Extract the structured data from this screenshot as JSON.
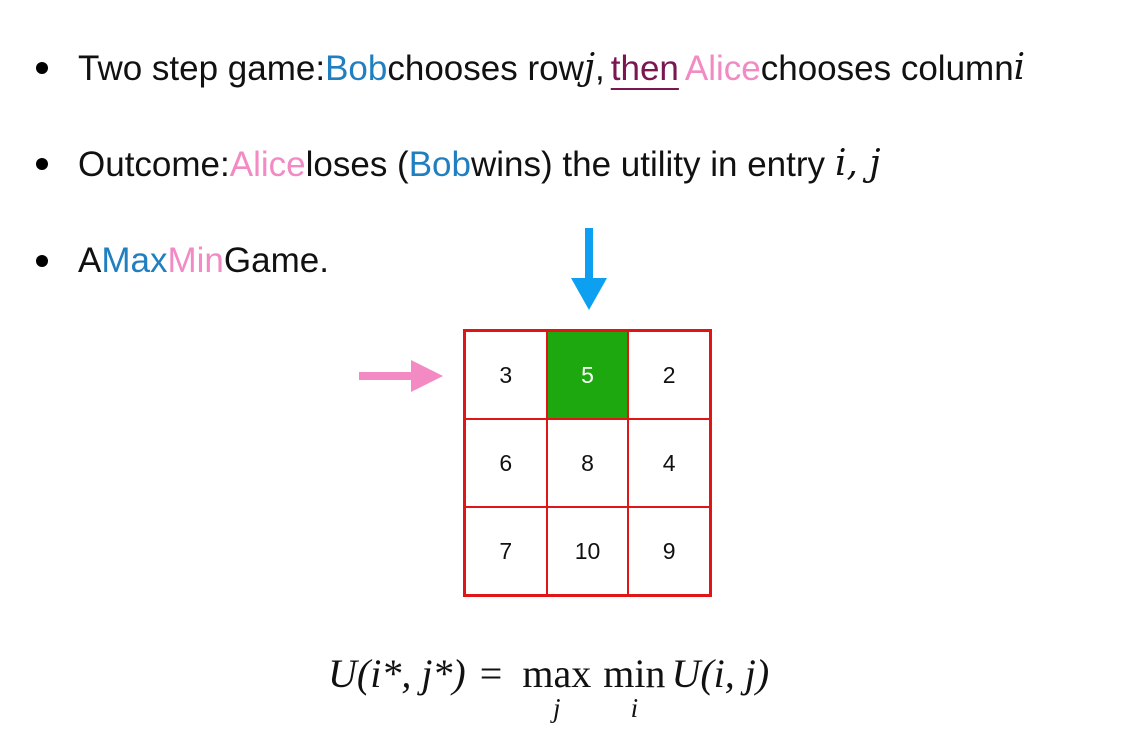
{
  "bullets": {
    "b1": {
      "prefix": "Two step game: ",
      "bob": "Bob",
      "mid1": " chooses row ",
      "var_row": "j",
      "comma": ",",
      "then": "then",
      "alice": "Alice",
      "mid2": " chooses column ",
      "var_col": "i"
    },
    "b2": {
      "prefix": "Outcome: ",
      "alice": "Alice",
      "mid1": " loses (",
      "bob": "Bob",
      "mid2": " wins) the utility in entry ",
      "vars": "i, j"
    },
    "b3": {
      "prefix": "A ",
      "max": "Max",
      "min": "Min",
      "suffix": " Game."
    }
  },
  "grid": {
    "cells": [
      "3",
      "5",
      "2",
      "6",
      "8",
      "4",
      "7",
      "10",
      "9"
    ],
    "highlight_index": 1
  },
  "formula": {
    "lhs": "U(i*, j*)",
    "equals": "=",
    "max": "max",
    "max_sub": "j",
    "min": "min",
    "min_sub": "i",
    "rhs": "U(i, j)"
  },
  "colors": {
    "bob_blue": "#1f7fc0",
    "alice_pink": "#f28ac3",
    "then_purple": "#7a1650",
    "grid_red": "#e01515",
    "highlight_green": "#1ea80f",
    "arrow_blue": "#0ea0f0",
    "arrow_pink": "#f48ac3"
  }
}
